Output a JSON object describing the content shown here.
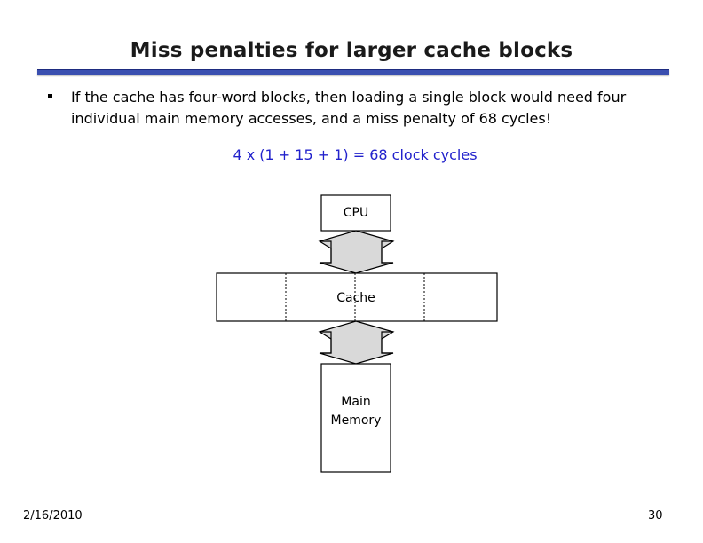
{
  "slide": {
    "title": "Miss penalties for larger cache blocks",
    "bullet": "If the cache has four-word blocks, then loading a single block would need four individual main memory accesses, and a miss penalty of 68 cycles!",
    "formula": "4 x (1 + 15 + 1) = 68 clock cycles"
  },
  "diagram": {
    "cpu_label": "CPU",
    "cache_label": "Cache",
    "memory_label_line1": "Main",
    "memory_label_line2": "Memory"
  },
  "footer": {
    "date": "2/16/2010",
    "page_number": "30"
  },
  "colors": {
    "title_rule": "#3a4fb0",
    "formula_text": "#2222cc",
    "arrow_fill": "#d9d9d9"
  }
}
